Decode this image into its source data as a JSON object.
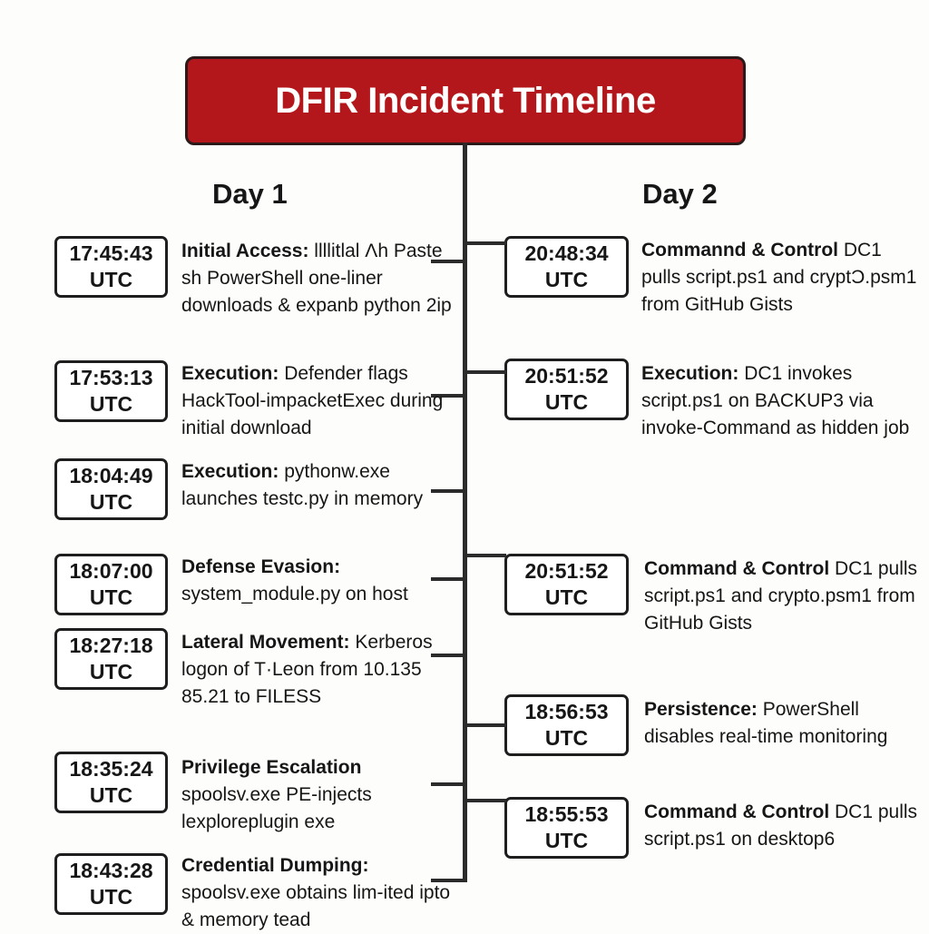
{
  "title": "DFIR Incident Timeline",
  "day1": {
    "label": "Day 1",
    "events": [
      {
        "time": "17:45:43",
        "tz": "UTC",
        "category": "Initial Access:",
        "text": " llllitlal Ʌh Paste sh PowerShell one-liner downloads & expanb python 2ip"
      },
      {
        "time": "17:53:13",
        "tz": "UTC",
        "category": "Execution:",
        "text": " Defender flags HackTool-impacketExec during initial download"
      },
      {
        "time": "18:04:49",
        "tz": "UTC",
        "category": "Execution:",
        "text": " pythonw.exe launches testc.py in memory"
      },
      {
        "time": "18:07:00",
        "tz": "UTC",
        "category": "Defense Evasion:",
        "text": " system_module.py on host"
      },
      {
        "time": "18:27:18",
        "tz": "UTC",
        "category": "Lateral Movement:",
        "text": " Kerberos logon of T·Leon from 10.135 85.21 to FILESS"
      },
      {
        "time": "18:35:24",
        "tz": "UTC",
        "category": "Privilege Escalation",
        "text": " spoolsv.exe PE-injects lexploreplugin exe"
      },
      {
        "time": "18:43:28",
        "tz": "UTC",
        "category": "Credential Dumping:",
        "text": " spoolsv.exe obtains lim-ited ipto & memory tead"
      }
    ]
  },
  "day2": {
    "label": "Day 2",
    "events": [
      {
        "time": "20:48:34",
        "tz": "UTC",
        "category": "Commannd & Control",
        "text": " DC1 pulls script.ps1 and cryptƆ.psm1 from GitHub Gists"
      },
      {
        "time": "20:51:52",
        "tz": "UTC",
        "category": "Execution:",
        "text": " DC1 invokes script.ps1 on BACKUP3 via invoke-Command as hidden job"
      },
      {
        "time": "20:51:52",
        "tz": "UTC",
        "category": "Command & Control",
        "text": " DC1 pulls script.ps1 and crypto.psm1 from GitHub Gists"
      },
      {
        "time": "18:56:53",
        "tz": "UTC",
        "category": "Persistence:",
        "text": " PowerShell disables real-time monitoring"
      },
      {
        "time": "18:55:53",
        "tz": "UTC",
        "category": "Command & Control",
        "text": " DC1 pulls script.ps1 on desktop6"
      }
    ]
  }
}
